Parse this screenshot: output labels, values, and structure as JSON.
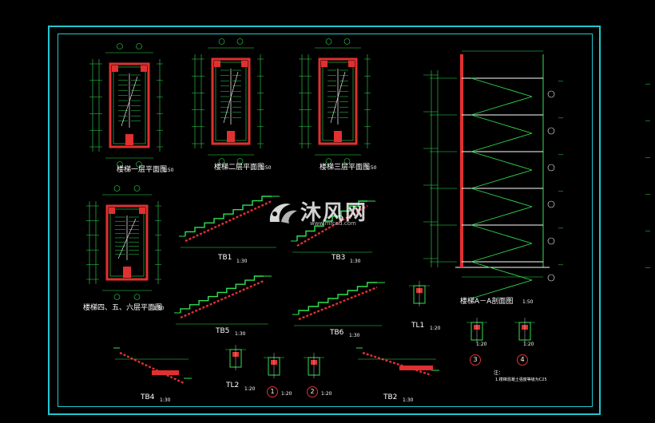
{
  "watermark": {
    "brand": "沐风网",
    "url": "www.mfcad.com"
  },
  "plans": [
    {
      "title": "楼梯一层平面图",
      "scale": "1:50"
    },
    {
      "title": "楼梯二层平面图",
      "scale": "1:50"
    },
    {
      "title": "楼梯三层平面图",
      "scale": "1:50"
    },
    {
      "title": "楼梯四、五、六层平面图",
      "scale": "1:50"
    }
  ],
  "section": {
    "title": "楼梯A－A剖面图",
    "scale": "1:50"
  },
  "flights": [
    {
      "label": "TB1",
      "scale": "1:30"
    },
    {
      "label": "TB3",
      "scale": "1:30"
    },
    {
      "label": "TB5",
      "scale": "1:30"
    },
    {
      "label": "TB6",
      "scale": "1:30"
    },
    {
      "label": "TB4",
      "scale": "1:30"
    },
    {
      "label": "TB2",
      "scale": "1:30"
    }
  ],
  "beams": [
    {
      "label": "TL1",
      "scale": "1:20"
    },
    {
      "label": "TL2",
      "scale": "1:20"
    }
  ],
  "details": [
    {
      "label": "1",
      "scale": "1:20"
    },
    {
      "label": "2",
      "scale": "1:20"
    },
    {
      "label": "3",
      "scale": "1:20"
    },
    {
      "label": "4",
      "scale": "1:20"
    }
  ],
  "notes": {
    "heading": "注：",
    "line1": "1.楼梯混凝土强度等级为C25"
  },
  "colors": {
    "frame": "#20c8d0",
    "linework": "#30e050",
    "concrete": "#e03030",
    "text": "#ffffff",
    "background": "#000000"
  }
}
